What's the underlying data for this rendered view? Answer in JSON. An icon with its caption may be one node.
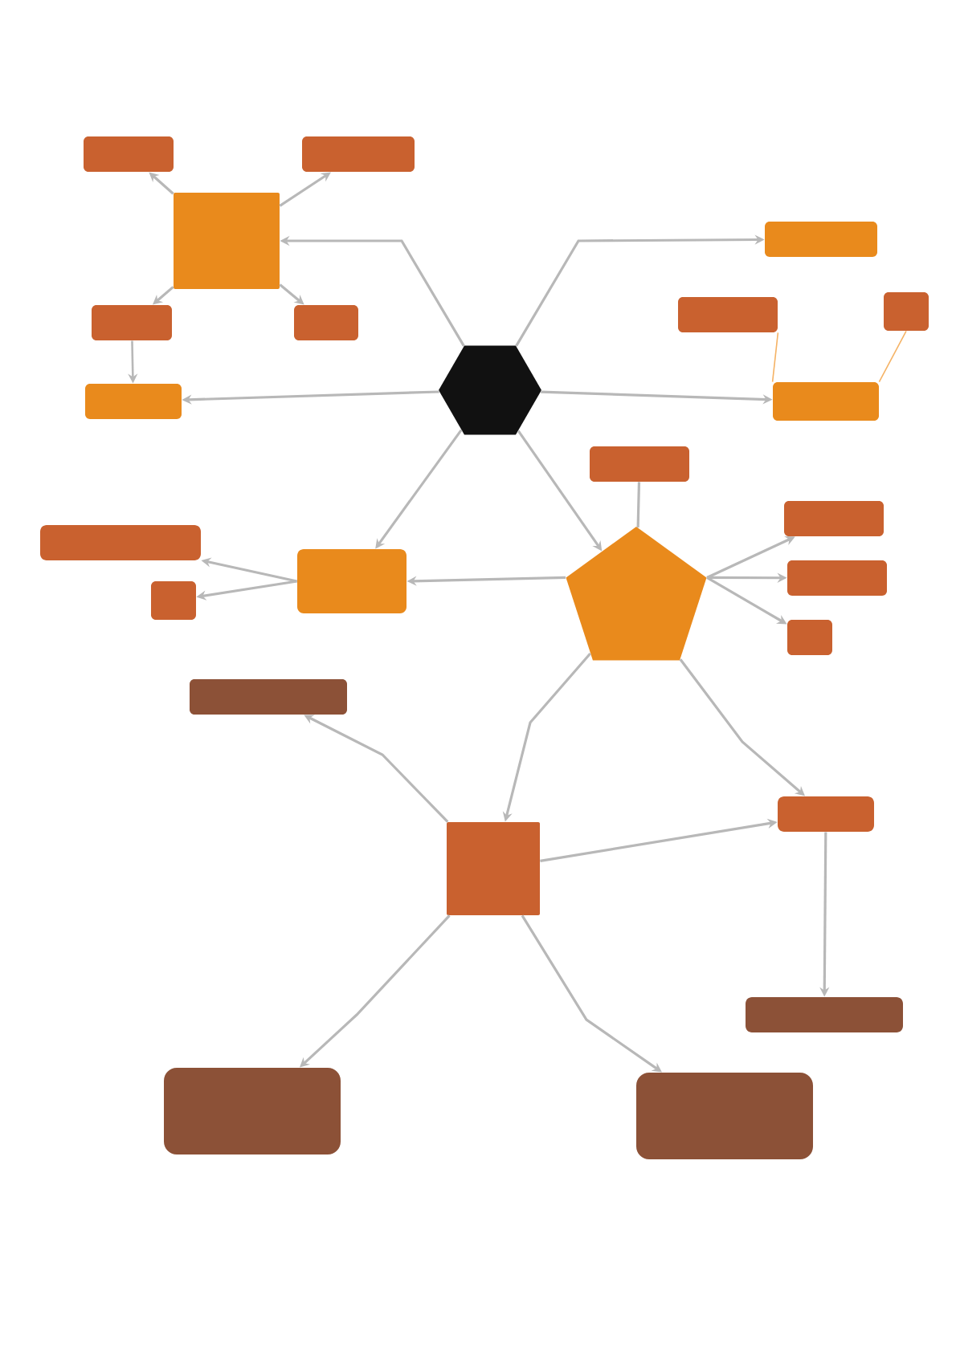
{
  "diagram": {
    "nodes": [
      {
        "text": [],
        "shape": "box"
      },
      {
        "text": [],
        "shape": "box"
      },
      {
        "text": [],
        "shape": "box"
      },
      {
        "text": [],
        "shape": "box"
      },
      {
        "text": [],
        "shape": "box"
      },
      {
        "text": [],
        "shape": "box"
      },
      {
        "text": [],
        "shape": "box"
      },
      {
        "text": [],
        "shape": "box"
      },
      {
        "text": [],
        "shape": "box"
      },
      {
        "text": [],
        "shape": "hexagon"
      },
      {
        "text": [],
        "shape": "box"
      },
      {
        "text": [],
        "shape": "box"
      },
      {
        "text": [],
        "shape": "box"
      },
      {
        "text": [],
        "shape": "box"
      },
      {
        "text": [],
        "shape": "box"
      },
      {
        "text": [],
        "shape": "box"
      },
      {
        "text": [],
        "shape": "pentagon"
      },
      {
        "text": [],
        "shape": "box"
      },
      {
        "text": [],
        "shape": "box"
      },
      {
        "text": [],
        "shape": "box"
      },
      {
        "text": [],
        "shape": "box"
      },
      {
        "text": [],
        "shape": "box"
      },
      {
        "text": [],
        "shape": "box"
      },
      {
        "text": [],
        "shape": "box"
      },
      {
        "text": [],
        "shape": "box"
      }
    ],
    "edges": [
      {
        "from": 9,
        "to": 2,
        "arrow": "to"
      },
      {
        "from": 2,
        "to": 0,
        "arrow": "to"
      },
      {
        "from": 2,
        "to": 1,
        "arrow": "to"
      },
      {
        "from": 2,
        "to": 4,
        "arrow": "to"
      },
      {
        "from": 2,
        "to": 5,
        "arrow": "to"
      },
      {
        "from": 4,
        "to": 8,
        "arrow": "to"
      },
      {
        "from": 9,
        "to": 8,
        "arrow": "to"
      },
      {
        "from": 9,
        "to": 3,
        "arrow": "to"
      },
      {
        "from": 9,
        "to": 10,
        "arrow": "to"
      },
      {
        "from": 10,
        "to": 6,
        "arrow": "none",
        "color": "#f5b366"
      },
      {
        "from": 10,
        "to": 7,
        "arrow": "none",
        "color": "#f5b366"
      },
      {
        "from": 9,
        "to": 15,
        "arrow": "to"
      },
      {
        "from": 9,
        "to": 16,
        "arrow": "to"
      },
      {
        "from": 16,
        "to": 11,
        "arrow": "none"
      },
      {
        "from": 16,
        "to": 13,
        "arrow": "to"
      },
      {
        "from": 16,
        "to": 17,
        "arrow": "to"
      },
      {
        "from": 16,
        "to": 18,
        "arrow": "to"
      },
      {
        "from": 16,
        "to": 15,
        "arrow": "to"
      },
      {
        "from": 15,
        "to": 12,
        "arrow": "to"
      },
      {
        "from": 15,
        "to": 14,
        "arrow": "to"
      },
      {
        "from": 16,
        "to": 20,
        "arrow": "to"
      },
      {
        "from": 16,
        "to": 21,
        "arrow": "to"
      },
      {
        "from": 20,
        "to": 19,
        "arrow": "to"
      },
      {
        "from": 20,
        "to": 21,
        "arrow": "to"
      },
      {
        "from": 21,
        "to": 22,
        "arrow": "to"
      },
      {
        "from": 20,
        "to": 23,
        "arrow": "to"
      },
      {
        "from": 20,
        "to": 24,
        "arrow": "to"
      }
    ]
  }
}
